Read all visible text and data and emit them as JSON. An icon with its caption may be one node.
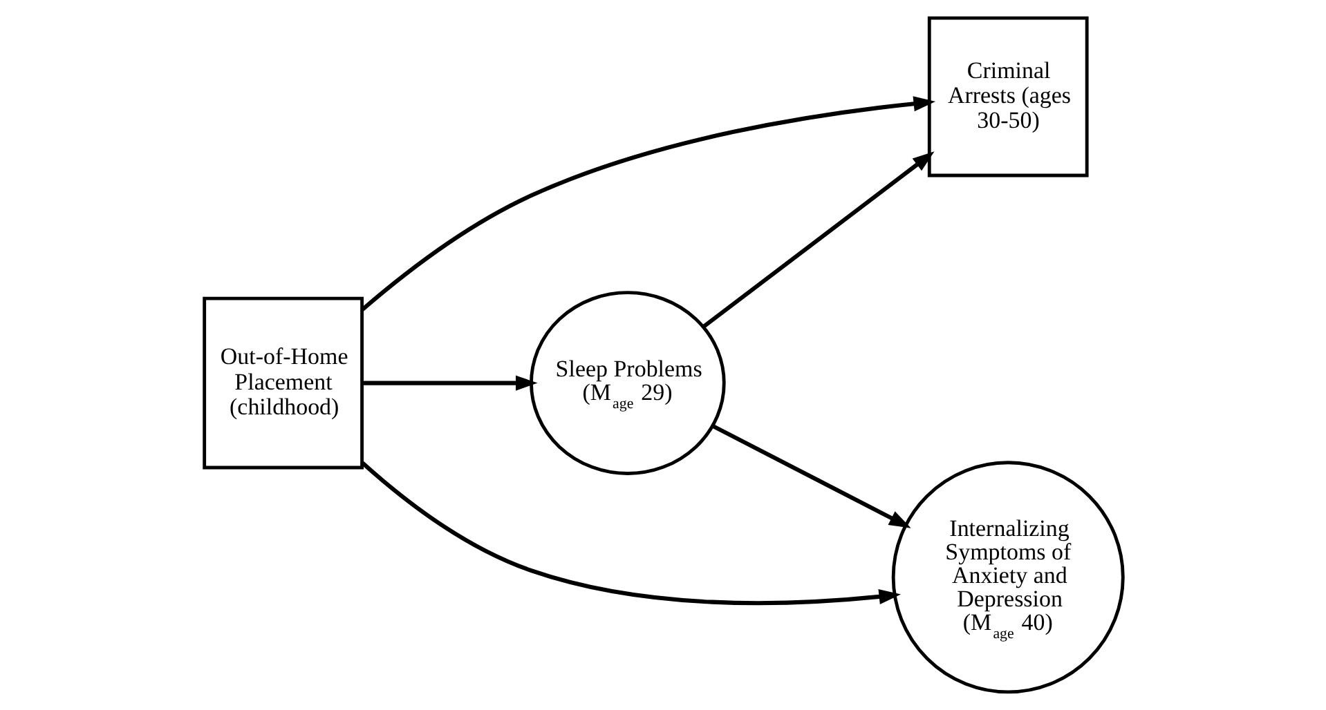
{
  "diagram": {
    "nodes": [
      {
        "text": [
          "Out-of-Home Placement (childhood)"
        ]
      },
      {
        "text": [
          "Sleep Problems (M$_{age}$ 29)"
        ]
      },
      {
        "text": [
          "Criminal Arrests (ages 30-50)"
        ]
      },
      {
        "text": [
          "Internalizing Symptoms of Anxiety and Depression (M$_{age}$ 40)"
        ]
      }
    ],
    "edges": [
      {
        "from": 0,
        "to": 2,
        "arrow": "to"
      },
      {
        "from": 0,
        "to": 1,
        "arrow": "to"
      },
      {
        "from": 0,
        "to": 3,
        "arrow": "to"
      },
      {
        "from": 1,
        "to": 2,
        "arrow": "to"
      },
      {
        "from": 1,
        "to": 3,
        "arrow": "to"
      }
    ]
  }
}
